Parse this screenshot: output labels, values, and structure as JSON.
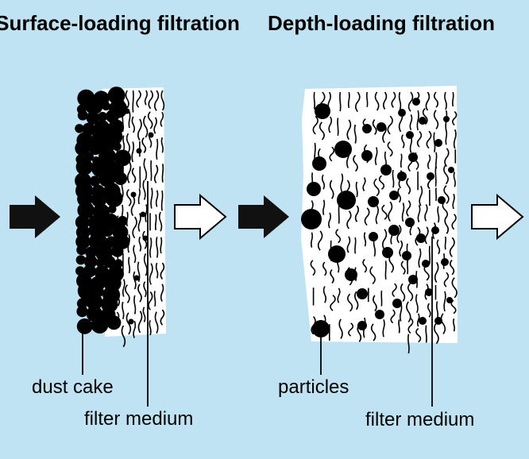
{
  "titles": {
    "surface": "Surface-loading filtration",
    "depth": "Depth-loading filtration"
  },
  "labels": {
    "dust_cake": "dust cake",
    "filter_medium_left": "filter medium",
    "particles": "particles",
    "filter_medium_right": "filter medium"
  },
  "colors": {
    "background": "#bfe3f2",
    "medium": "#ffffff",
    "ink": "#000000"
  }
}
